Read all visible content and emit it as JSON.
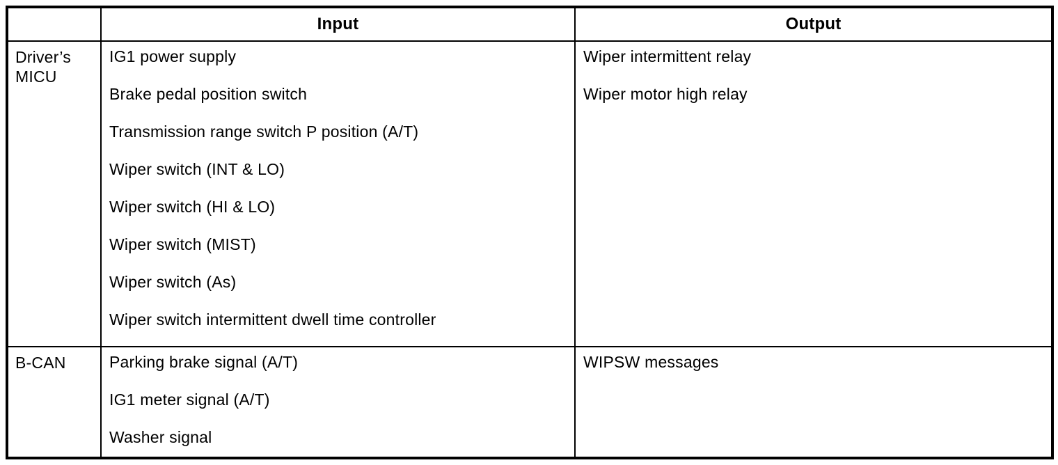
{
  "document": {
    "colors": {
      "border": "#000000",
      "background": "#ffffff",
      "text": "#000000"
    },
    "headers": {
      "source": "",
      "input": "Input",
      "output": "Output"
    },
    "rows": [
      {
        "label": "Driver’s MICU",
        "inputs": [
          "IG1 power supply",
          "Brake pedal position switch",
          "Transmission range switch P position (A/T)",
          "Wiper switch (INT & LO)",
          "Wiper switch (HI & LO)",
          "Wiper switch (MIST)",
          "Wiper switch (As)",
          "Wiper switch intermittent dwell time controller"
        ],
        "outputs": [
          "Wiper intermittent relay",
          "Wiper motor high relay"
        ]
      },
      {
        "label": "B-CAN",
        "inputs": [
          "Parking brake signal (A/T)",
          "IG1 meter signal (A/T)",
          "Washer signal"
        ],
        "outputs": [
          "WIPSW messages"
        ]
      }
    ]
  }
}
